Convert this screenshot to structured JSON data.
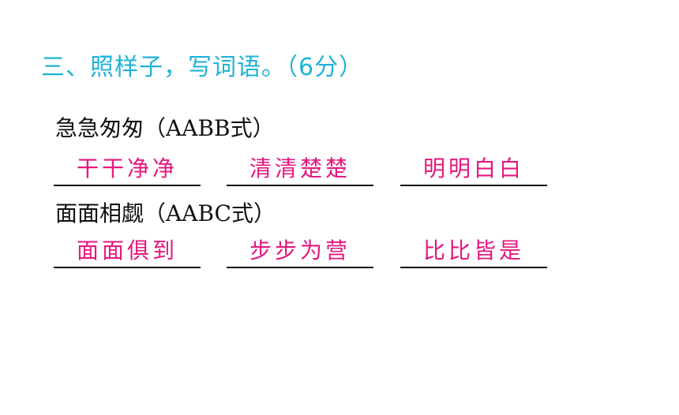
{
  "heading": "三、照样子，写词语。（6分）",
  "groups": [
    {
      "pattern": "急急匆匆（AABB式）",
      "answers": [
        "干干净净",
        "清清楚楚",
        "明明白白"
      ]
    },
    {
      "pattern": "面面相觑（AABC式）",
      "answers": [
        "面面俱到",
        "步步为营",
        "比比皆是"
      ]
    }
  ],
  "colors": {
    "heading": "#1fb3d6",
    "answer": "#e5177f",
    "text": "#111111"
  }
}
